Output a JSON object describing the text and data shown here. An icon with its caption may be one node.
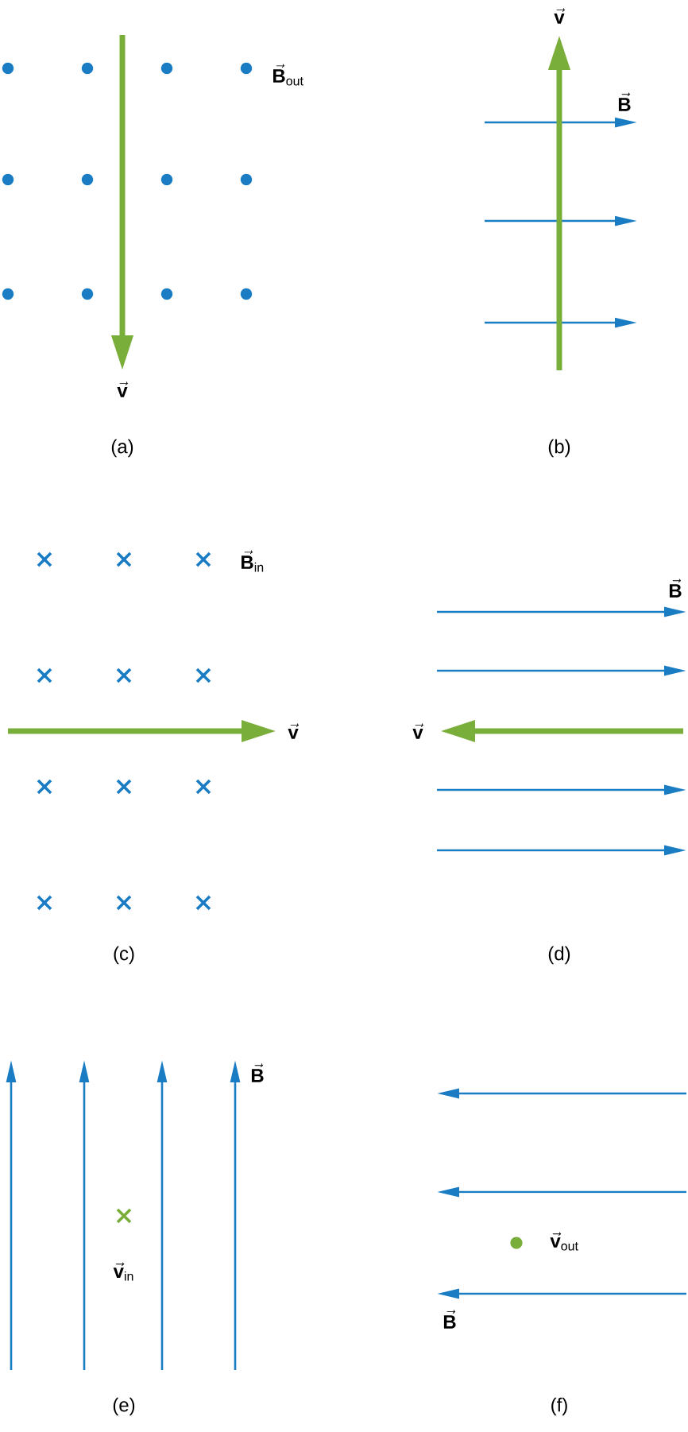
{
  "diagram": {
    "labels": [
      "\\vec{\\mathbf{B}}_{\\mathrm{out}}",
      "\\vec{\\mathbf{v}}",
      "(a)",
      "\\vec{\\mathbf{v}}",
      "\\vec{\\mathbf{B}}",
      "(b)",
      "\\vec{\\mathbf{B}}_{\\mathrm{in}}",
      "\\vec{\\mathbf{v}}",
      "(c)",
      "\\vec{\\mathbf{B}}",
      "\\vec{\\mathbf{v}}",
      "(d)",
      "\\vec{\\mathbf{B}}",
      "\\vec{\\mathbf{v}}_{\\mathrm{in}}",
      "(e)",
      "\\vec{\\mathbf{v}}_{\\mathrm{out}}",
      "\\vec{\\mathbf{B}}",
      "(f)"
    ]
  }
}
